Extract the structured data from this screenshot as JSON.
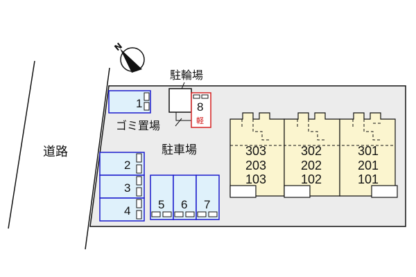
{
  "road": {
    "label": "道路"
  },
  "compass": {
    "label": "N",
    "icon": "north-arrow-icon"
  },
  "bicycle_parking": {
    "label": "駐輪場"
  },
  "garbage_area": {
    "label": "ゴミ置場"
  },
  "car_park": {
    "label": "駐車場",
    "spaces": [
      {
        "number": "1"
      },
      {
        "number": "2"
      },
      {
        "number": "3"
      },
      {
        "number": "4"
      },
      {
        "number": "5"
      },
      {
        "number": "6"
      },
      {
        "number": "7"
      },
      {
        "number": "8",
        "note": "軽"
      }
    ]
  },
  "building": {
    "units": [
      {
        "floors": [
          "303",
          "203",
          "103"
        ]
      },
      {
        "floors": [
          "302",
          "202",
          "102"
        ]
      },
      {
        "floors": [
          "301",
          "201",
          "101"
        ]
      }
    ]
  },
  "colors": {
    "parking_fill": "#dff1fb",
    "parking_border": "#1a1acc",
    "building_fill": "#fbf5cf",
    "kei_border": "#d42020",
    "lot_fill": "#ececec"
  }
}
